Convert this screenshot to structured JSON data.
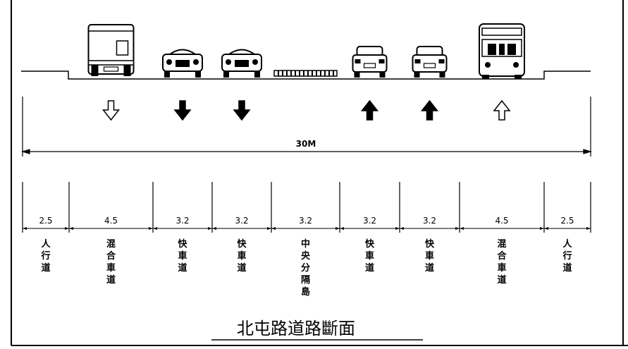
{
  "title": "北屯路道路斷面",
  "total_width_label": "30M",
  "lanes": [
    {
      "width": "2.5",
      "name": "人行道",
      "arrow": "none",
      "vehicle": "none"
    },
    {
      "width": "4.5",
      "name": "混合車道",
      "arrow": "down-outline",
      "vehicle": "truck-rear"
    },
    {
      "width": "3.2",
      "name": "快車道",
      "arrow": "down-solid",
      "vehicle": "car-front"
    },
    {
      "width": "3.2",
      "name": "快車道",
      "arrow": "down-solid",
      "vehicle": "car-front"
    },
    {
      "width": "3.2",
      "name": "中央分隔島",
      "arrow": "none",
      "vehicle": "median"
    },
    {
      "width": "3.2",
      "name": "快車道",
      "arrow": "up-solid",
      "vehicle": "car-rear"
    },
    {
      "width": "3.2",
      "name": "快車道",
      "arrow": "up-solid",
      "vehicle": "car-rear"
    },
    {
      "width": "4.5",
      "name": "混合車道",
      "arrow": "up-outline",
      "vehicle": "bus-front"
    },
    {
      "width": "2.5",
      "name": "人行道",
      "arrow": "none",
      "vehicle": "none"
    }
  ],
  "colors": {
    "line": "#000000",
    "background": "#ffffff"
  }
}
